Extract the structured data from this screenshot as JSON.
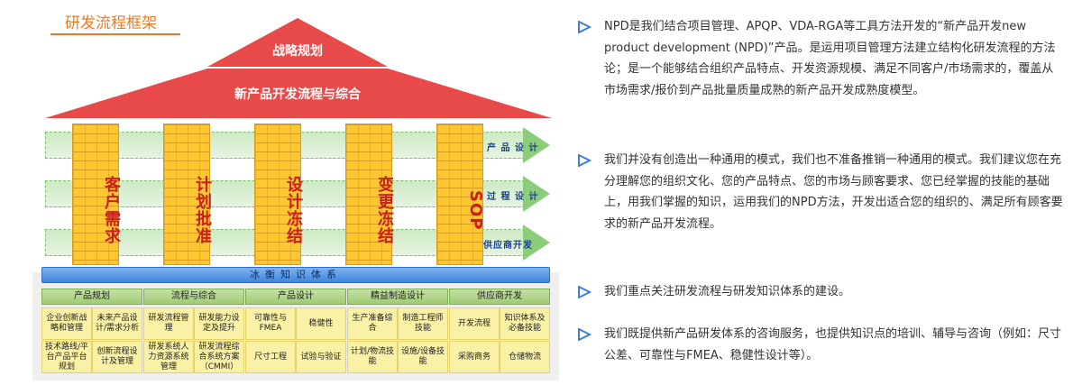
{
  "header": {
    "title": "研发流程框架"
  },
  "roof": {
    "top_label": "战略规划",
    "bottom_label": "新产品开发流程与综合"
  },
  "bands": [
    {
      "label": "产 品 设 计"
    },
    {
      "label": "过 程 设 计"
    },
    {
      "label": "供应商开发"
    }
  ],
  "pillars": [
    {
      "label": "客户需求"
    },
    {
      "label": "计划批准"
    },
    {
      "label": "设计冻结"
    },
    {
      "label": "变更冻结"
    },
    {
      "label": "SOP"
    }
  ],
  "knowledge_system": {
    "label": "冰衡知识体系"
  },
  "categories": [
    {
      "label": "产品规划"
    },
    {
      "label": "流程与综合"
    },
    {
      "label": "产品设计"
    },
    {
      "label": "精益制造设计"
    },
    {
      "label": "供应商开发"
    }
  ],
  "cells_row1": [
    "企业创新战略和管理",
    "未来产品设计/需求分析",
    "研发流程管理",
    "研发能力设定及提升",
    "可靠性与FMEA",
    "稳健性",
    "生产准备综合",
    "制造工程师技能",
    "开发流程",
    "知识体系及必备技能"
  ],
  "cells_row2": [
    "技术路线/平台产品平台规划",
    "创新流程设计及管理",
    "研发系统人力资源系统管理",
    "研发流程综合系统方案（CMMI）",
    "尺寸工程",
    "试验与验证",
    "计划/物流技能",
    "设施/设备技能",
    "采购商务",
    "仓储物流"
  ],
  "paragraphs": [
    "NPD是我们结合项目管理、APQP、VDA-RGA等工具方法开发的“新产品开发new product development (NPD)”产品。是运用项目管理方法建立结构化研发流程的方法论；是一个能够结合组织产品特点、开发资源规模、满足不同客户/市场需求的，覆盖从市场需求/报价到产品批量质量成熟的新产品开发成熟度模型。",
    "我们并没有创造出一种通用的模式，我们也不准备推销一种通用的模式。我们建议您在充分理解您的组织文化、您的产品特点、您的市场与顾客要求、您已经掌握的技能的基础上，用我们掌握的知识，运用我们的NPD方法，开发出适合您的组织的、满足所有顾客要求的新产品开发流程。",
    "我们重点关注研发流程与研发知识体系的建设。",
    "我们既提供新产品研发体系的咨询服务，也提供知识点的培训、辅导与咨询（例如：尺寸公差、可靠性与FMEA、稳健性设计等）。"
  ],
  "colors": {
    "accent": "#f07a1a",
    "roof": "#e84a4a",
    "pillar": "#ffc832",
    "bullet": "#3f7fd6"
  }
}
